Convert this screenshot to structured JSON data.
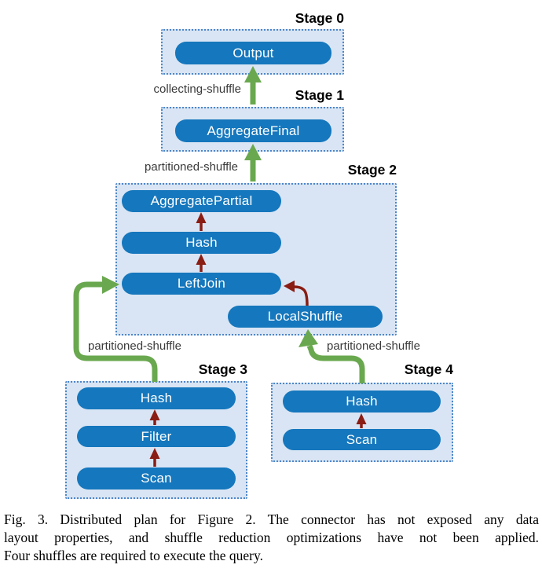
{
  "diagram": {
    "stages": [
      {
        "label": "Stage 0",
        "nodes": [
          "Output"
        ]
      },
      {
        "label": "Stage 1",
        "nodes": [
          "AggregateFinal"
        ]
      },
      {
        "label": "Stage 2",
        "nodes": [
          "AggregatePartial",
          "Hash",
          "LeftJoin",
          "LocalShuffle"
        ]
      },
      {
        "label": "Stage 3",
        "nodes": [
          "Hash",
          "Filter",
          "Scan"
        ]
      },
      {
        "label": "Stage 4",
        "nodes": [
          "Hash",
          "Scan"
        ]
      }
    ],
    "shuffle_edges": [
      {
        "from": "Stage 1",
        "to": "Stage 0",
        "label": "collecting-shuffle"
      },
      {
        "from": "Stage 2",
        "to": "Stage 1",
        "label": "partitioned-shuffle"
      },
      {
        "from": "Stage 3",
        "to": "Stage 2 LeftJoin",
        "label": "partitioned-shuffle"
      },
      {
        "from": "Stage 4",
        "to": "Stage 2 LocalShuffle",
        "label": "partitioned-shuffle"
      }
    ],
    "operator_edges": [
      {
        "from": "Hash",
        "to": "AggregatePartial",
        "stage": "Stage 2"
      },
      {
        "from": "LeftJoin",
        "to": "Hash",
        "stage": "Stage 2"
      },
      {
        "from": "LocalShuffle",
        "to": "LeftJoin",
        "stage": "Stage 2"
      },
      {
        "from": "Scan",
        "to": "Filter",
        "stage": "Stage 3"
      },
      {
        "from": "Filter",
        "to": "Hash",
        "stage": "Stage 3"
      },
      {
        "from": "Scan",
        "to": "Hash",
        "stage": "Stage 4"
      }
    ],
    "colors": {
      "node_fill": "#1577bd",
      "node_text": "#ffffff",
      "stage_fill": "#d9e5f4",
      "stage_border": "#4d86c9",
      "shuffle_arrow_green": "#6aa84f",
      "operator_arrow_maroon": "#8a1d14",
      "edge_label": "#3a3a3a",
      "stage_label": "#000000"
    }
  },
  "caption": {
    "lines": [
      "Fig. 3.  Distributed plan for Figure 2. The connector has not exposed any data",
      "layout properties, and shuffle reduction optimizations have not been applied.",
      "Four shuffles are required to execute the query."
    ]
  }
}
